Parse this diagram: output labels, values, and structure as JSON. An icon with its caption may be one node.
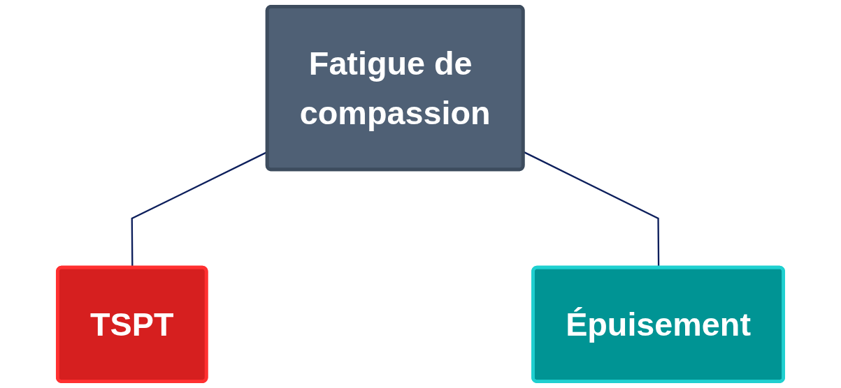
{
  "diagram": {
    "nodes": [
      {
        "text": [
          "Fatigue de compassion"
        ]
      },
      {
        "text": [
          "TSPT"
        ]
      },
      {
        "text": [
          "Épuisement"
        ]
      }
    ],
    "edges": [
      {
        "from": 0,
        "to": 1,
        "arrow": "none"
      },
      {
        "from": 0,
        "to": 2,
        "arrow": "none"
      }
    ]
  }
}
